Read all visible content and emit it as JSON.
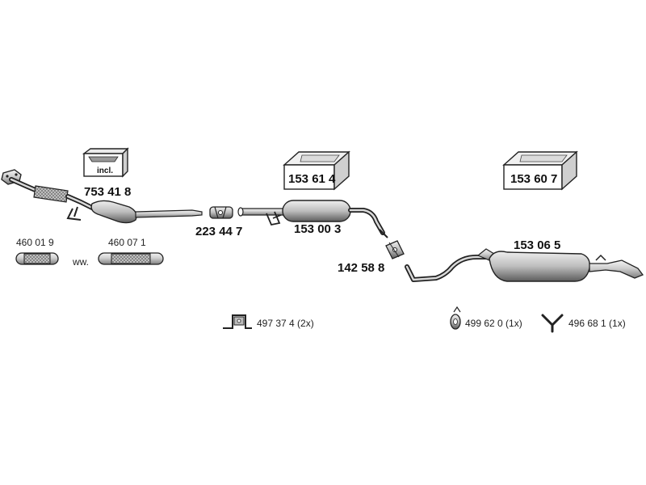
{
  "components": {
    "manifold_cat": {
      "part_no": "753 41 8",
      "incl_label": "incl."
    },
    "flex_pipe_a": {
      "part_no": "460 01 9"
    },
    "flex_pipe_b": {
      "part_no": "460 07 1"
    },
    "alternative_label": "ww.",
    "clamp_front": {
      "part_no": "223 44 7"
    },
    "middle_box_kit": {
      "part_no": "153 61 4"
    },
    "middle_silencer": {
      "part_no": "153 00 3"
    },
    "clamp_middle": {
      "part_no": "142 58 8"
    },
    "rear_box_kit": {
      "part_no": "153 60 7"
    },
    "rear_silencer": {
      "part_no": "153 06 5"
    },
    "mounting_bracket": {
      "label": "497 37 4 (2x)"
    },
    "rubber_mount": {
      "label": "499 62 0 (1x)"
    },
    "hanger": {
      "label": "496 68 1 (1x)"
    }
  },
  "colors": {
    "line": "#222222",
    "metal_light": "#d6d6d6",
    "metal_dark": "#8a8a8a",
    "background": "#ffffff"
  }
}
